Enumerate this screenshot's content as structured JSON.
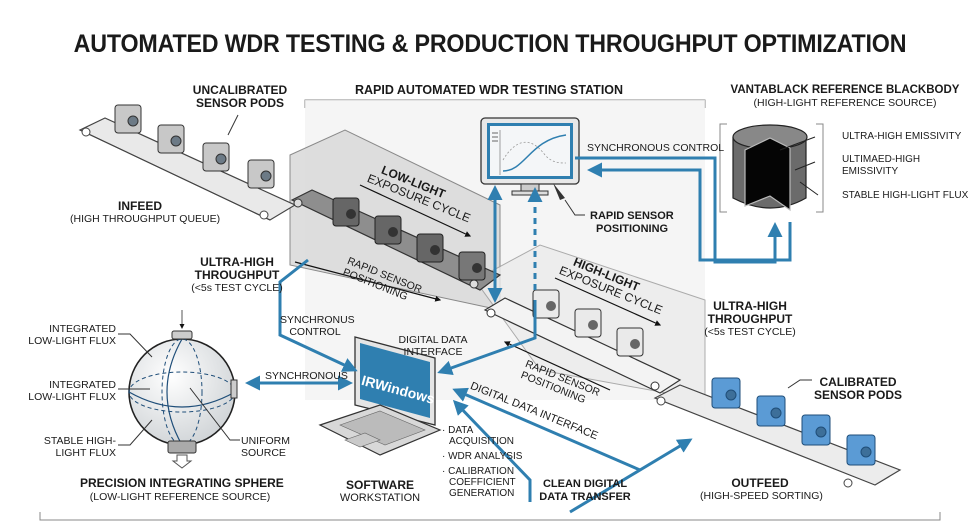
{
  "title": "AUTOMATED WDR TESTING & PRODUCTION THROUGHPUT OPTIMIZATION",
  "colors": {
    "accent_blue": "#2f7fb0",
    "calibrated_pod": "#5b9bd5",
    "station_gray": "#e6e6e6",
    "text": "#1a1a1a"
  },
  "infeed": {
    "pods_label_line1": "UNCALIBRATED",
    "pods_label_line2": "SENSOR PODS",
    "title": "INFEED",
    "subtitle": "(HIGH THROUGHPUT QUEUE)"
  },
  "station": {
    "title": "RAPID AUTOMATED WDR TESTING STATION",
    "low_light_line1": "LOW-LIGHT",
    "low_light_line2": "EXPOSURE CYCLE",
    "high_light_line1": "HIGH-LIGHT",
    "high_light_line2": "EXPOSURE CYCLE",
    "rapid_positioning_line1": "RAPID SENSOR",
    "rapid_positioning_line2": "POSITIONING",
    "sync_control": "SYNCHRONOUS CONTROL"
  },
  "blackbody": {
    "title": "VANTABLACK REFERENCE BLACKBODY",
    "subtitle": "(HIGH-LIGHT REFERENCE SOURCE)",
    "callouts": [
      "ULTRA-HIGH EMISSIVITY",
      "ULTIMAED-HIGH",
      "EMISSIVITY",
      "STABLE HIGH-LIGHT FLUX"
    ]
  },
  "throughput_left": {
    "line1": "ULTRA-HIGH",
    "line2": "THROUGHPUT",
    "line3": "(<5s TEST CYCLE)"
  },
  "throughput_right": {
    "line1": "ULTRA-HIGH",
    "line2": "THROUGHPUT",
    "line3": "(<5s TEST CYCLE)"
  },
  "sphere": {
    "title": "PRECISION INTEGRATING SPHERE",
    "subtitle": "(LOW-LIGHT REFERENCE SOURCE)",
    "callouts": [
      {
        "line1": "INTEGRATED",
        "line2": "LOW-LIGHT FLUX"
      },
      {
        "line1": "INTEGRATED",
        "line2": "LOW-LIGHT FLUX"
      },
      {
        "line1": "STABLE HIGH-",
        "line2": "LIGHT FLUX"
      },
      {
        "line1": "UNIFORM",
        "line2": "SOURCE"
      }
    ]
  },
  "links": {
    "synchronus_control_line1": "SYNCHRONUS",
    "synchronus_control_line2": "CONTROL",
    "synchronous": "SYNCHRONOUS",
    "digital_interface_line1": "DIGITAL DATA",
    "digital_interface_line2": "INTERFACE",
    "digital_interface_long": "DIGITAL DATA INTERFACE",
    "clean_transfer_line1": "CLEAN DIGITAL",
    "clean_transfer_line2": "DATA TRANSFER"
  },
  "workstation": {
    "screen_text": "IRWindows",
    "title": "SOFTWARE",
    "subtitle": "WORKSTATION",
    "features": [
      "DATA",
      "ACQUISITION",
      "WDR ANALYSIS",
      "CALIBRATION",
      "COEFFICIENT",
      "GENERATION"
    ]
  },
  "outfeed": {
    "pods_label_line1": "CALIBRATED",
    "pods_label_line2": "SENSOR PODS",
    "title": "OUTFEED",
    "subtitle": "(HIGH-SPEED SORTING)"
  }
}
